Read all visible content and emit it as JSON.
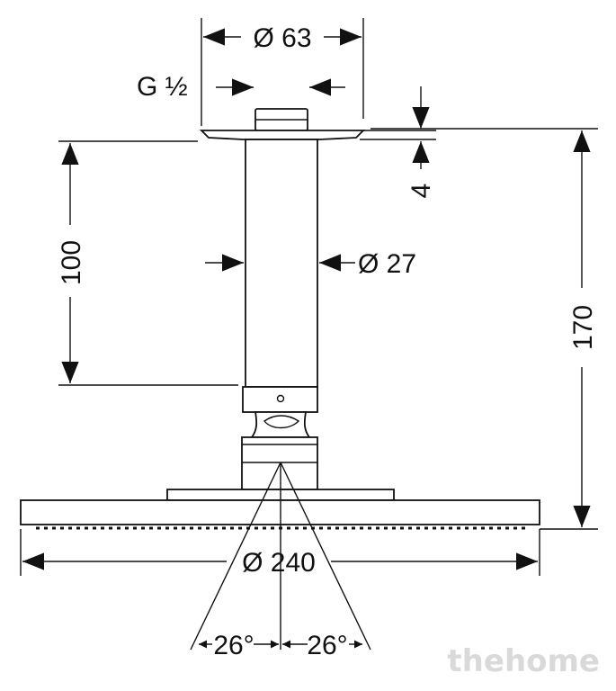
{
  "labels": {
    "top_diameter": "Ø 63",
    "thread": "G ½",
    "flange_thickness": "4",
    "arm_length": "100",
    "arm_diameter": "Ø 27",
    "total_height": "170",
    "head_diameter": "Ø 240",
    "angle_left": "26°",
    "angle_right": "26°"
  },
  "watermark": "thehome",
  "colors": {
    "line": "#111111",
    "watermark": "#d9d9d9"
  }
}
